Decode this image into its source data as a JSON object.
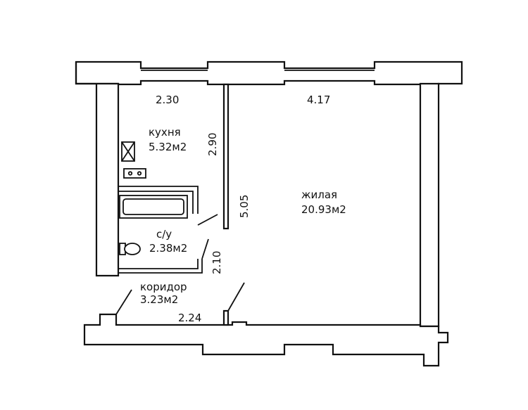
{
  "rooms": {
    "kitchen": {
      "name": "кухня",
      "area": "5.32м2"
    },
    "bathroom": {
      "name": "с/у",
      "area": "2.38м2"
    },
    "living": {
      "name": "жилая",
      "area": "20.93м2"
    },
    "corridor": {
      "name": "коридор",
      "area": "3.23м2"
    }
  },
  "dimensions": {
    "kitchen_width": "2.30",
    "living_width": "4.17",
    "kitchen_depth": "2.90",
    "living_depth": "5.05",
    "bath_depth": "2.10",
    "corridor_width": "2.24"
  },
  "colors": {
    "line": "#111111",
    "background": "#ffffff"
  }
}
